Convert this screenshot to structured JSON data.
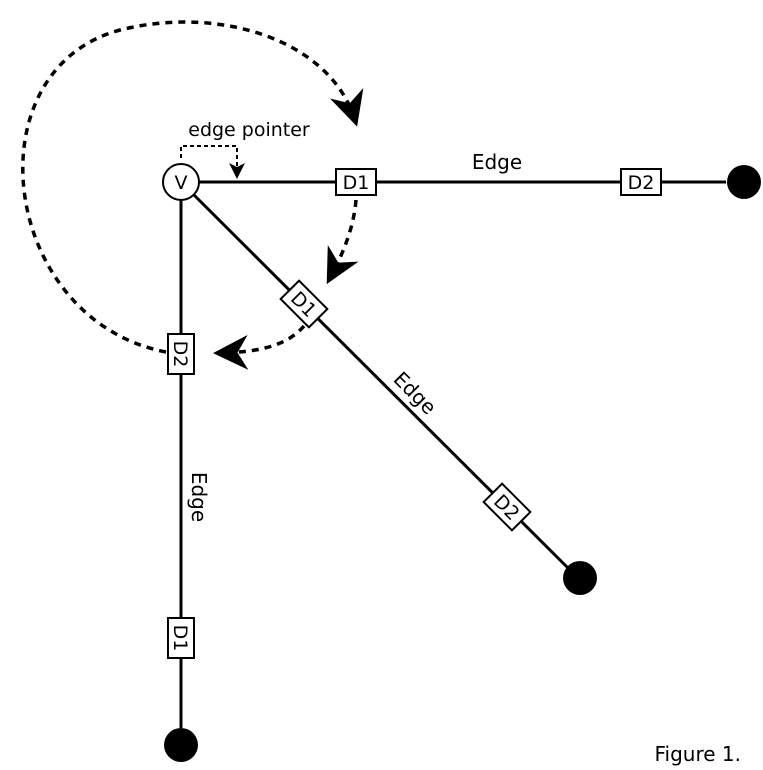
{
  "vertex": {
    "label": "V"
  },
  "edges": [
    {
      "label": "Edge",
      "darts": [
        "D1",
        "D2"
      ]
    },
    {
      "label": "Edge",
      "darts": [
        "D1",
        "D2"
      ]
    },
    {
      "label": "Edge",
      "darts": [
        "D2",
        "D1"
      ]
    }
  ],
  "edge_pointer_label": "edge pointer",
  "caption": "Figure 1."
}
